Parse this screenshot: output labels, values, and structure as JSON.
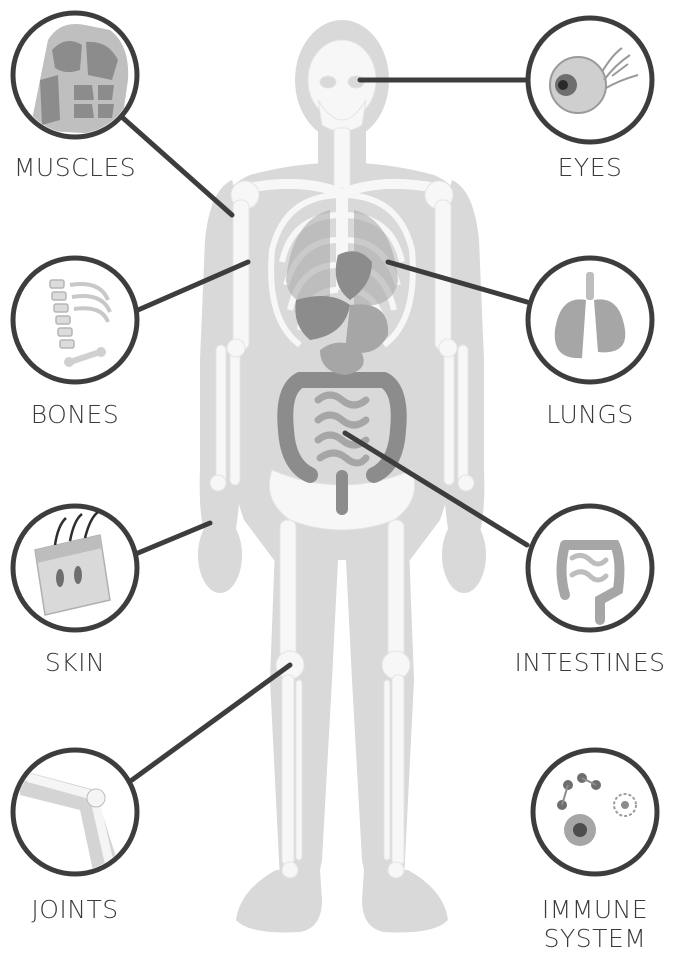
{
  "labels": {
    "muscles": "MUSCLES",
    "eyes": "EYES",
    "bones": "BONES",
    "lungs": "LUNGS",
    "skin": "SKIN",
    "intestines": "INTESTINES",
    "joints": "JOINTS",
    "immune_line1": "IMMUNE",
    "immune_line2": "SYSTEM"
  },
  "colors": {
    "background": "#ffffff",
    "body_silhouette": "#d9d9d9",
    "skeleton": "#f7f7f7",
    "organ_dark": "#8c8c8c",
    "organ_mid": "#a6a6a6",
    "connector": "#3d3d3d",
    "label_text": "#3a3a3a"
  },
  "icons": {
    "muscles": "muscle-icon",
    "eyes": "eyeball-icon",
    "bones": "spine-ribcage-icon",
    "lungs": "lungs-icon",
    "skin": "skin-cross-section-icon",
    "intestines": "intestines-icon",
    "joints": "knee-joint-icon",
    "immune": "immune-cells-icon"
  }
}
